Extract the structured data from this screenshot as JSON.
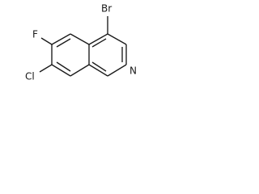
{
  "molecule": {
    "atoms": {
      "br": "Br",
      "f": "F",
      "cl": "Cl",
      "n": "N"
    }
  },
  "colors": {
    "ink": "#1a1a1a",
    "background": "#ffffff"
  }
}
